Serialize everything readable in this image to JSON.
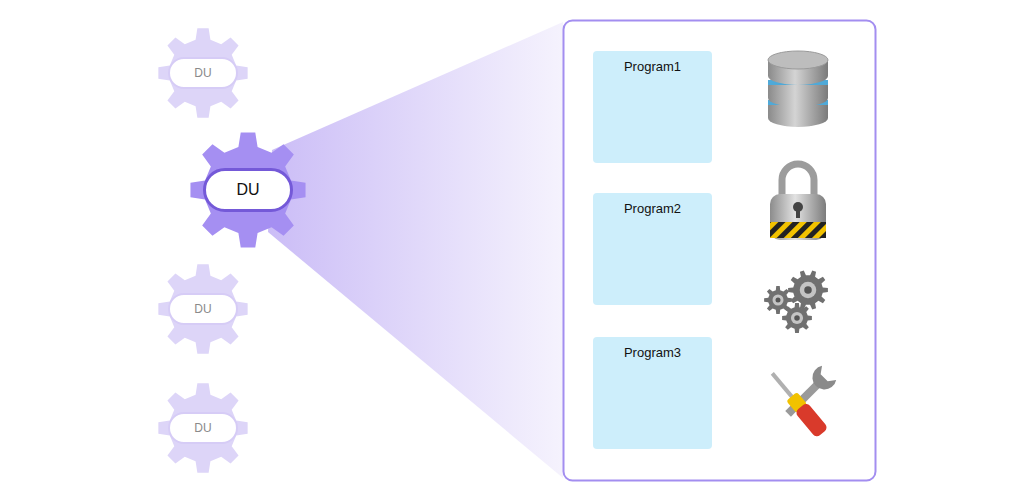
{
  "diagram": {
    "nodes": [
      {
        "text": [
          "DU"
        ]
      },
      {
        "text": [
          "DU"
        ]
      },
      {
        "text": [
          "DU"
        ]
      },
      {
        "text": [
          "DU"
        ]
      },
      {
        "text": [
          "Program1"
        ]
      },
      {
        "text": [
          "Program2"
        ]
      },
      {
        "text": [
          "Program3"
        ]
      }
    ]
  }
}
